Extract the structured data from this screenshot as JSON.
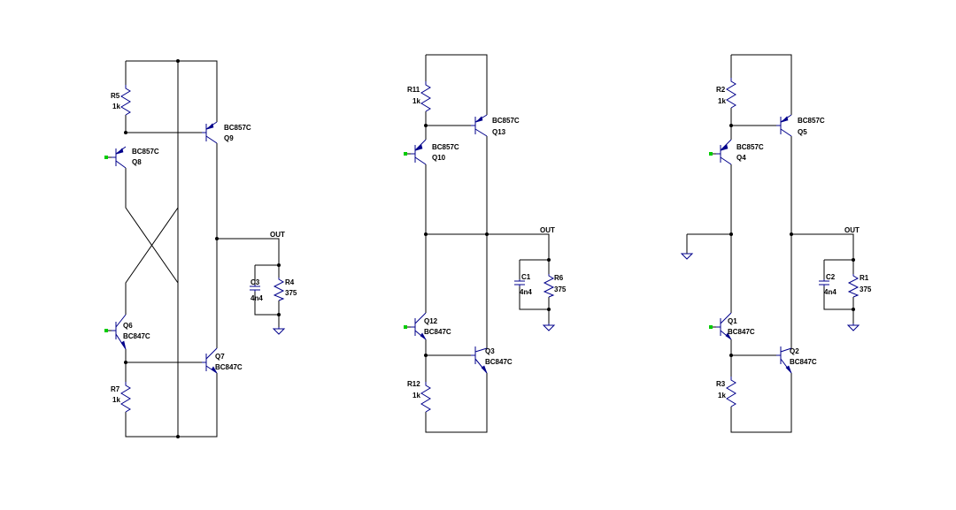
{
  "circuits": [
    {
      "name": "left",
      "out_label": "OUT",
      "parts": {
        "R5": {
          "ref": "R5",
          "value": "1k"
        },
        "Q9": {
          "ref": "Q9",
          "model": "BC857C"
        },
        "Q8": {
          "ref": "Q8",
          "model": "BC857C"
        },
        "Q6": {
          "ref": "Q6",
          "model": "BC847C"
        },
        "Q7": {
          "ref": "Q7",
          "model": "BC847C"
        },
        "R7": {
          "ref": "R7",
          "value": "1k"
        },
        "C3": {
          "ref": "C3",
          "value": "4n4"
        },
        "R4": {
          "ref": "R4",
          "value": "375"
        }
      }
    },
    {
      "name": "middle",
      "out_label": "OUT",
      "parts": {
        "R11": {
          "ref": "R11",
          "value": "1k"
        },
        "Q13": {
          "ref": "Q13",
          "model": "BC857C"
        },
        "Q10": {
          "ref": "Q10",
          "model": "BC857C"
        },
        "Q12": {
          "ref": "Q12",
          "model": "BC847C"
        },
        "Q3": {
          "ref": "Q3",
          "model": "BC847C"
        },
        "R12": {
          "ref": "R12",
          "value": "1k"
        },
        "C1": {
          "ref": "C1",
          "value": "4n4"
        },
        "R6": {
          "ref": "R6",
          "value": "375"
        }
      }
    },
    {
      "name": "right",
      "out_label": "OUT",
      "parts": {
        "R2": {
          "ref": "R2",
          "value": "1k"
        },
        "Q5": {
          "ref": "Q5",
          "model": "BC857C"
        },
        "Q4": {
          "ref": "Q4",
          "model": "BC857C"
        },
        "Q1": {
          "ref": "Q1",
          "model": "BC847C"
        },
        "Q2": {
          "ref": "Q2",
          "model": "BC847C"
        },
        "R3": {
          "ref": "R3",
          "value": "1k"
        },
        "C2": {
          "ref": "C2",
          "value": "4n4"
        },
        "R1": {
          "ref": "R1",
          "value": "375"
        }
      }
    }
  ]
}
